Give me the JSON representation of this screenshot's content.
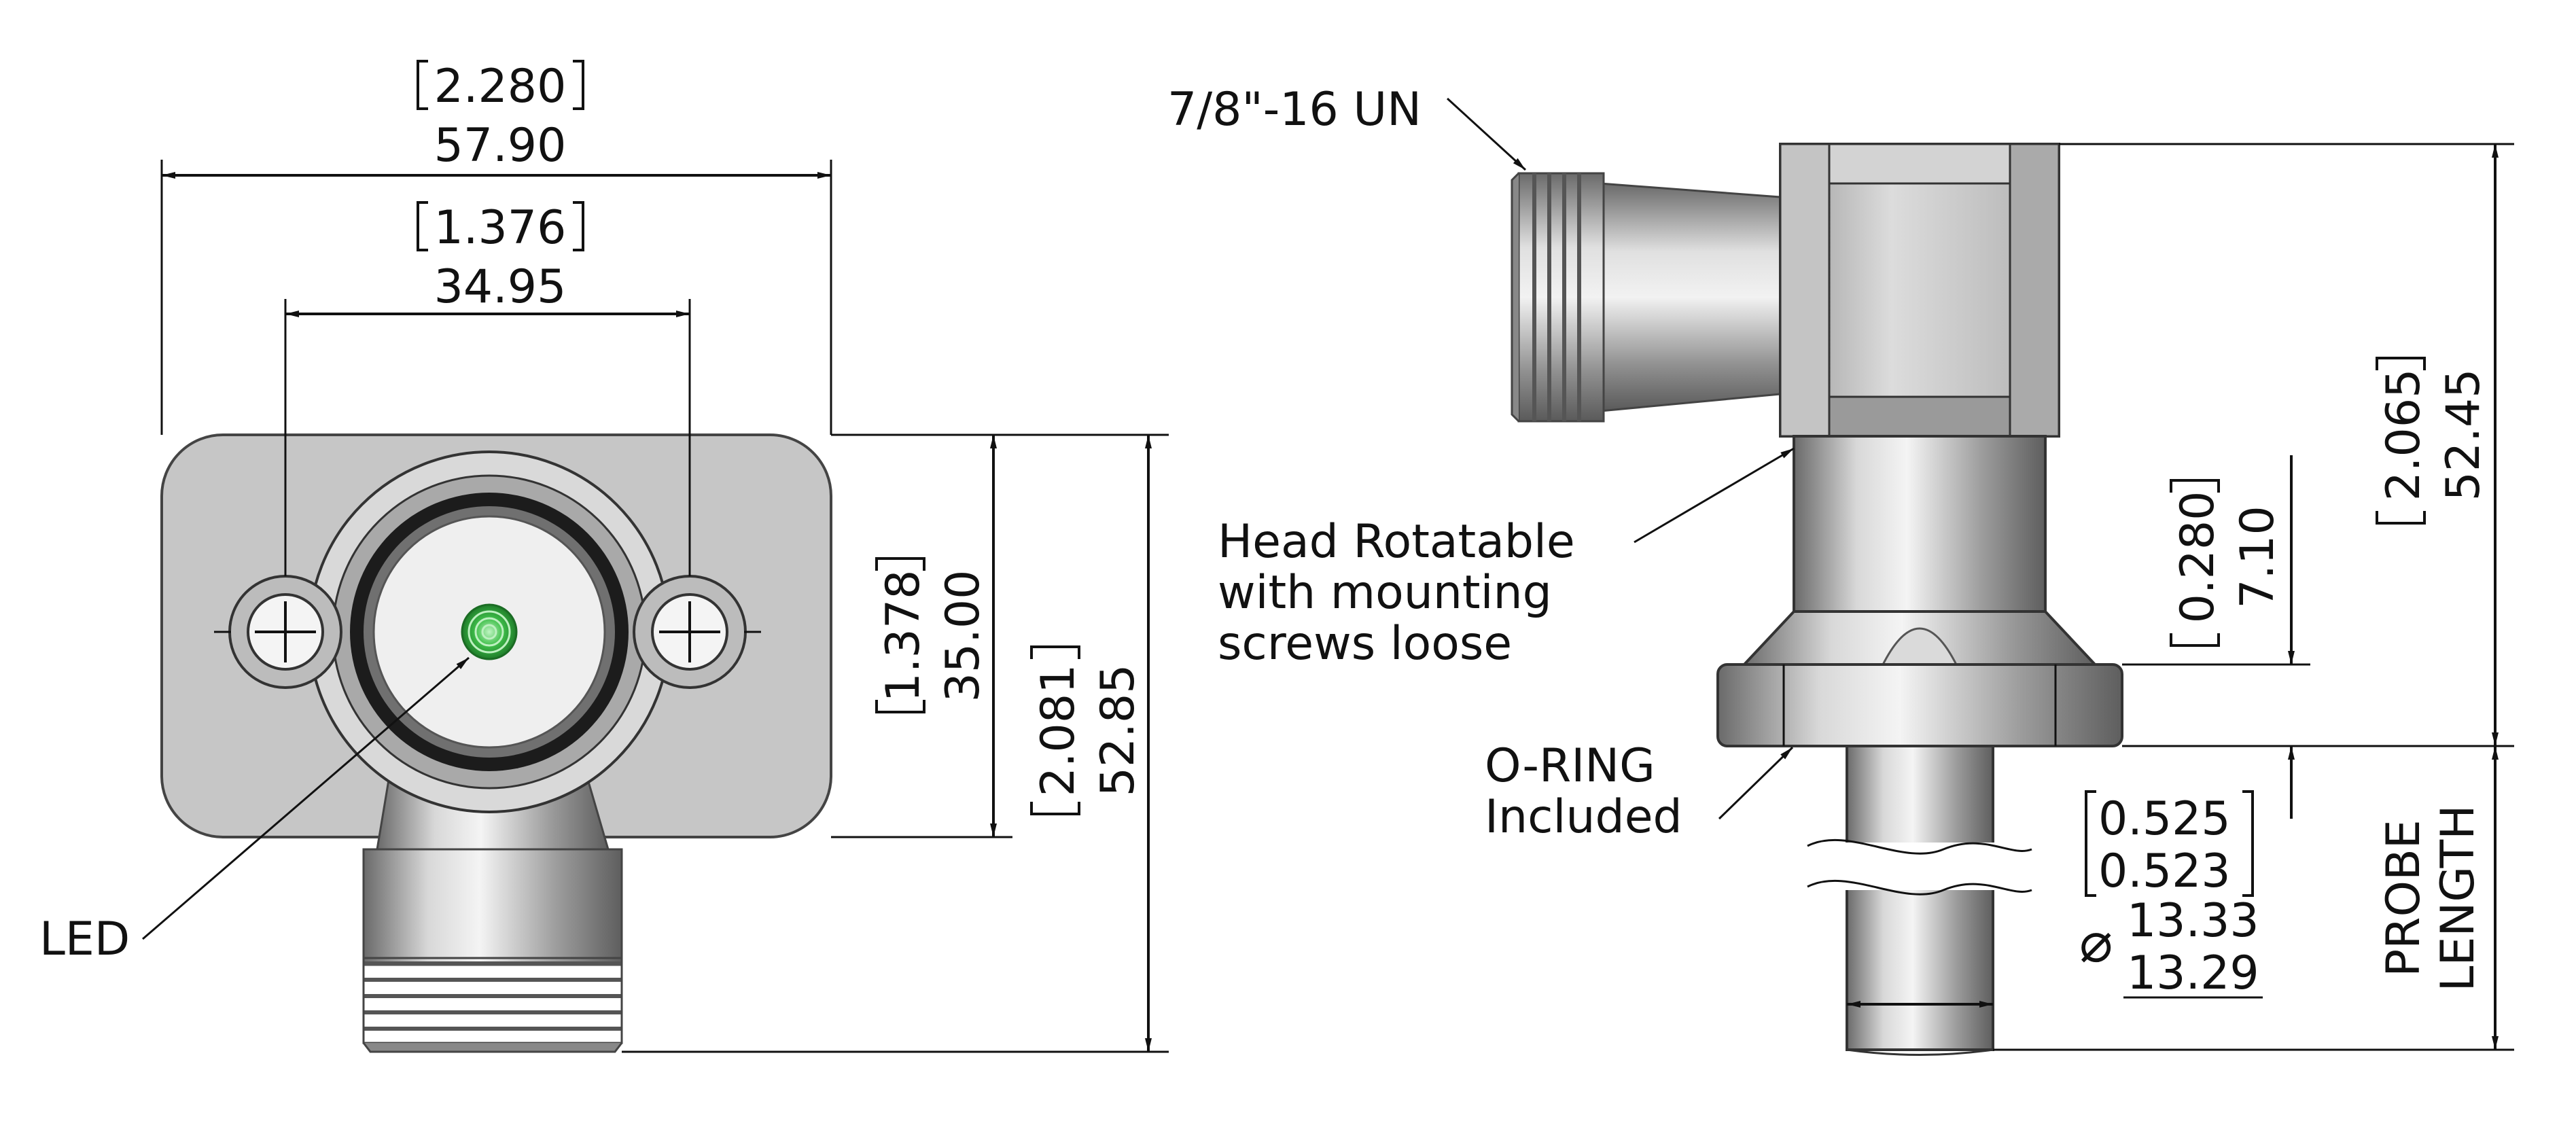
{
  "front_view": {
    "overall_width": {
      "inch": "2.280",
      "mm": "57.90"
    },
    "hole_spacing": {
      "inch": "1.376",
      "mm": "34.95"
    },
    "plate_height": {
      "inch": "1.378",
      "mm": "35.00"
    },
    "overall_height": {
      "inch": "2.081",
      "mm": "52.85"
    },
    "led_label": "LED"
  },
  "side_view": {
    "thread_label": "7/8\"-16 UN",
    "head_height": {
      "inch": "2.065",
      "mm": "52.45"
    },
    "flange_thickness": {
      "inch": "0.280",
      "mm": "7.10"
    },
    "head_note": [
      "Head Rotatable",
      "with mounting",
      "screws loose"
    ],
    "oring_note": [
      "O-RING",
      "Included"
    ],
    "probe_dia_inch": [
      "0.525",
      "0.523"
    ],
    "probe_dia_mm": [
      "13.33",
      "13.29"
    ],
    "diameter_symbol": "⌀",
    "probe_length_label": [
      "PROBE",
      "LENGTH"
    ]
  },
  "colors": {
    "metal_light": "#e4e4e4",
    "metal_mid": "#a8a8a8",
    "metal_dark": "#5c5c5c",
    "plate": "#c8c8c8",
    "led": "#3fbf4a",
    "ink": "#111111"
  }
}
